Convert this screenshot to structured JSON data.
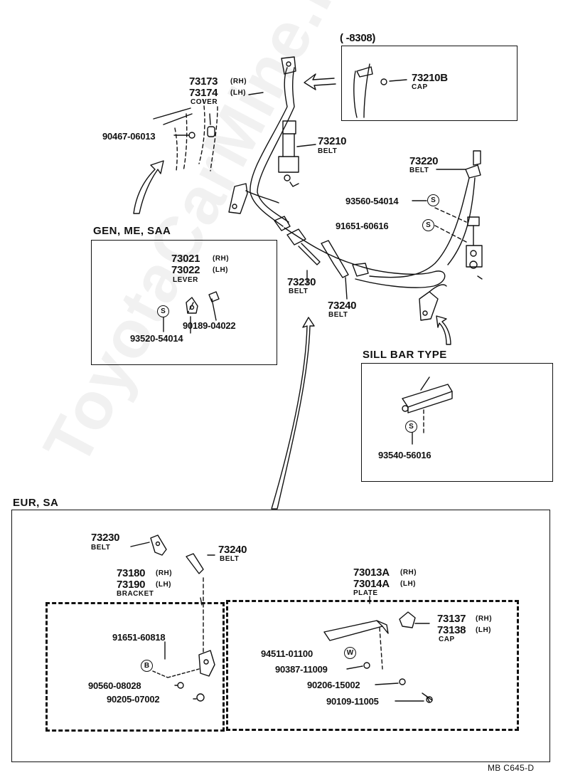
{
  "watermark": "ToyotaCarMine.ru",
  "footer": {
    "code": "MB  C645-D"
  },
  "top_box": {
    "range_label": "(      -8308)",
    "part": "73210B",
    "desc": "CAP"
  },
  "parts": {
    "cover_rh": "73173",
    "cover_lh": "73174",
    "rh": "(RH)",
    "lh": "(LH)",
    "cover_desc": "COVER",
    "clip": "90467-06013",
    "belt_73210": "73210",
    "belt_73220": "73220",
    "belt_73230": "73230",
    "belt_73240": "73240",
    "belt_desc": "BELT",
    "bolt_93560": "93560-54014",
    "bolt_91651": "91651-60616"
  },
  "gen_box": {
    "title": "GEN, ME, SAA",
    "lever_rh": "73021",
    "lever_lh": "73022",
    "rh": "(RH)",
    "lh": "(LH)",
    "lever_desc": "LEVER",
    "nut": "90189-04022",
    "bolt": "93520-54014",
    "symbol": "S"
  },
  "sill_box": {
    "title": "SILL BAR TYPE",
    "bolt": "93540-56016",
    "symbol": "S"
  },
  "eur_box": {
    "title": "EUR, SA",
    "belt_73230": "73230",
    "belt_73240": "73240",
    "belt_desc": "BELT",
    "bracket_rh": "73180",
    "bracket_lh": "73190",
    "rh": "(RH)",
    "lh": "(LH)",
    "bracket_desc": "BRACKET",
    "plate_rh": "73013A",
    "plate_lh": "73014A",
    "plate_desc": "PLATE",
    "bolt_91651": "91651-60818",
    "symbol_b": "B",
    "washer_90560": "90560-08028",
    "nut_90205": "90205-07002",
    "cap_rh": "73137",
    "cap_lh": "73138",
    "cap_desc": "CAP",
    "pin_94511": "94511-01100",
    "symbol_w": "W",
    "washer_90387": "90387-11009",
    "nut_90206": "90206-15002",
    "bolt_90109": "90109-11005"
  }
}
